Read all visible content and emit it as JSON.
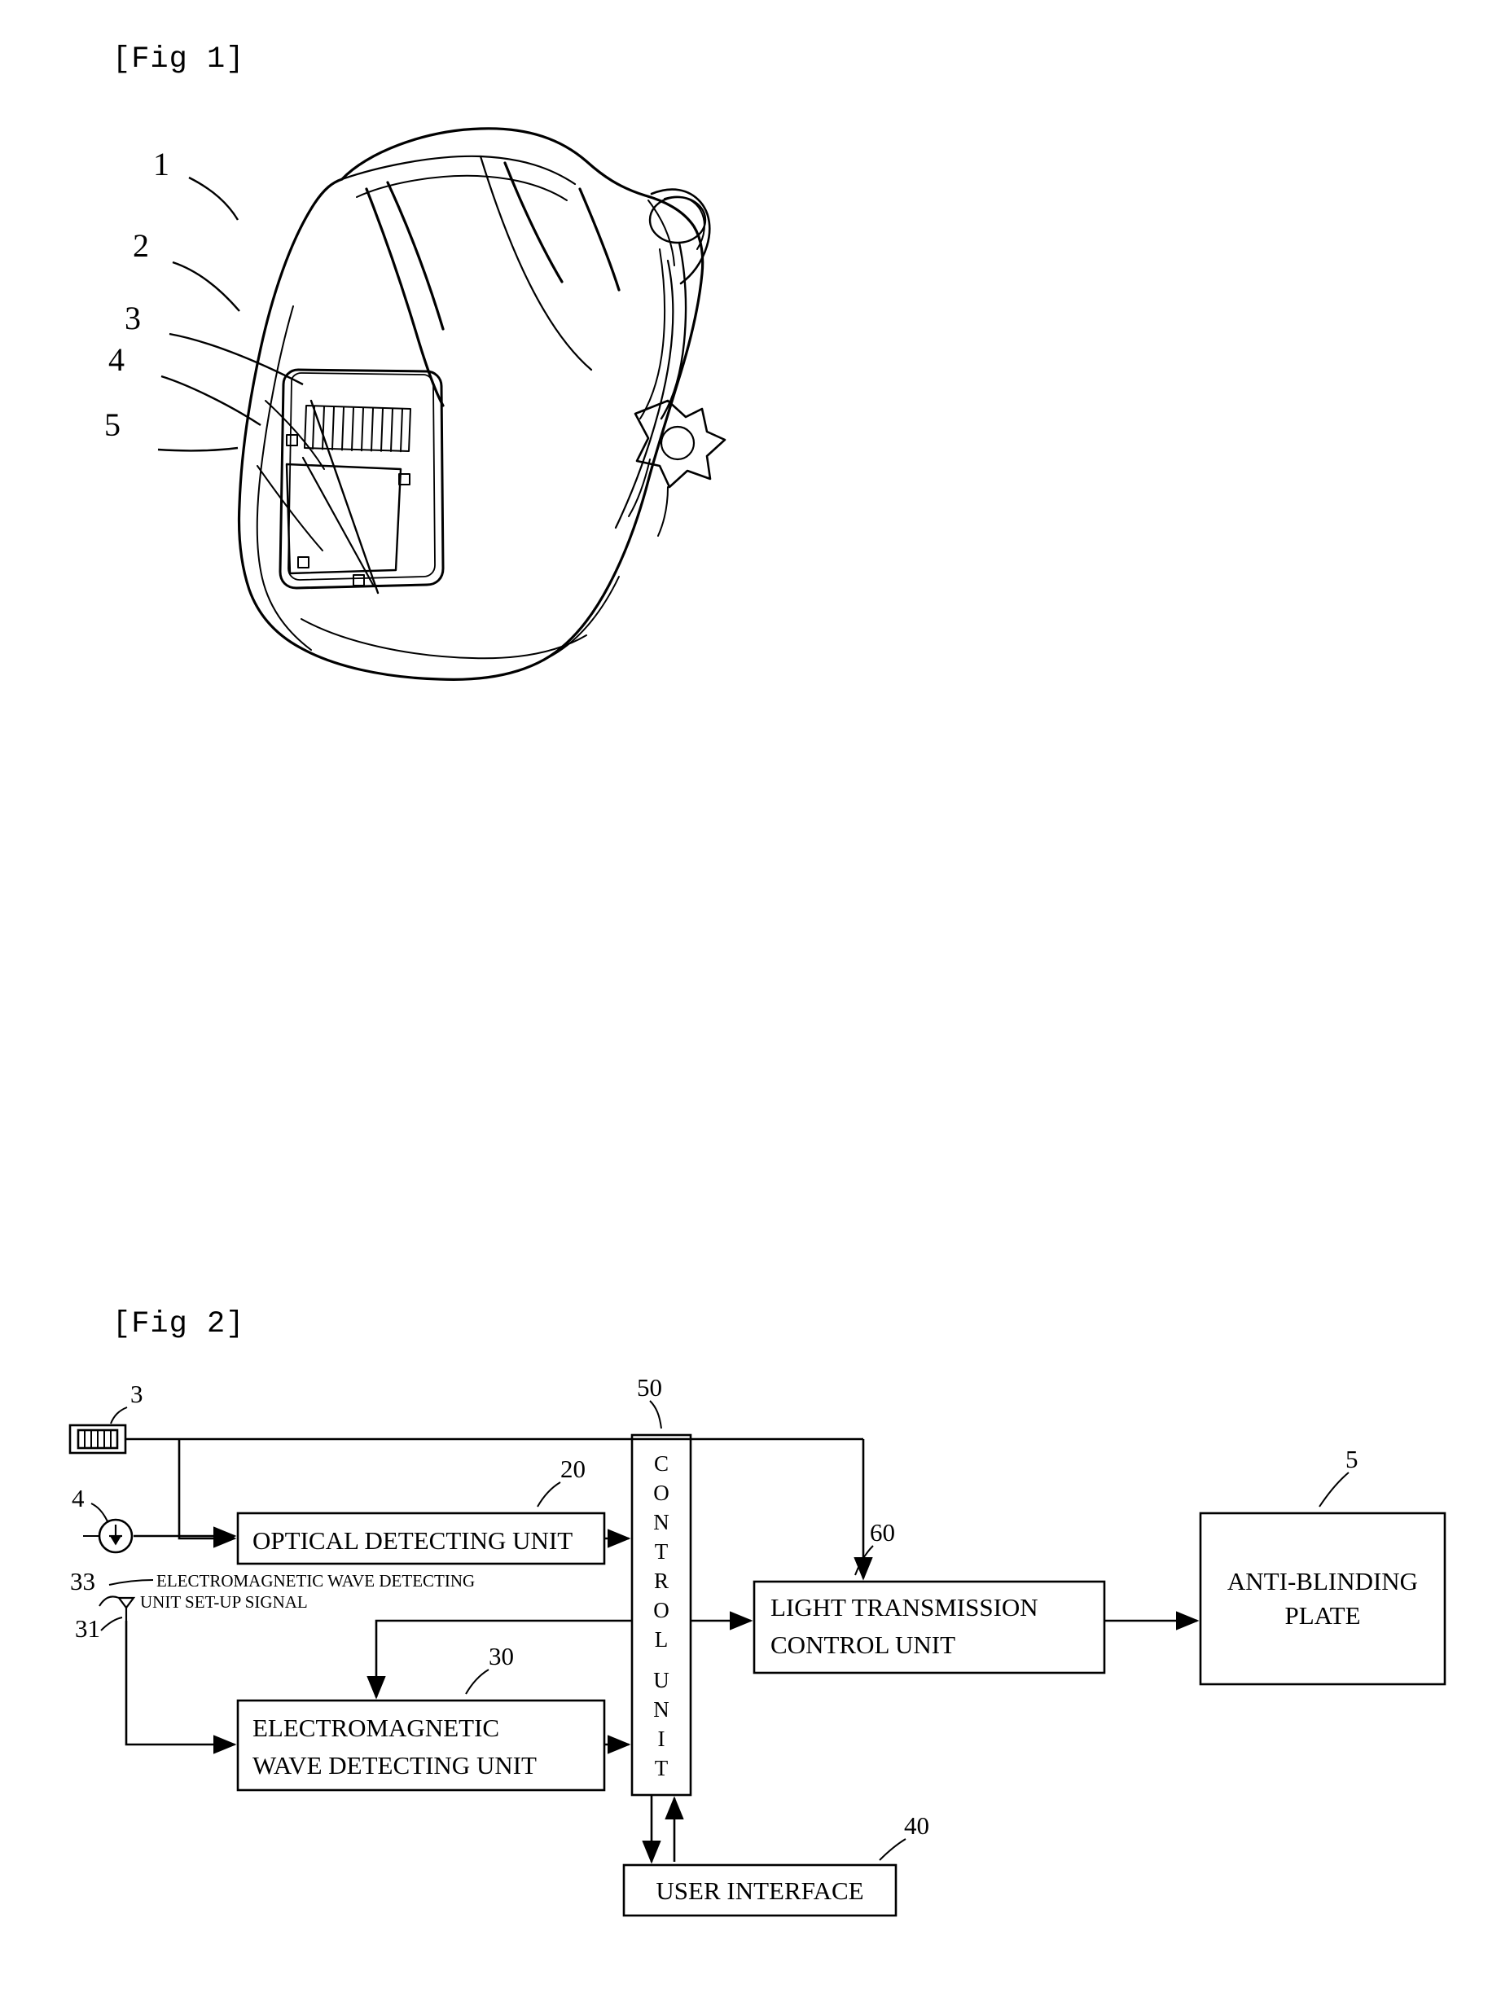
{
  "figures": {
    "fig1": {
      "label": "[Fig 1]",
      "caption_numbers": [
        "1",
        "2",
        "3",
        "4",
        "5"
      ],
      "subject": "welding helmet perspective view"
    },
    "fig2": {
      "label": "[Fig 2]",
      "blocks": [
        {
          "id": "optical",
          "label": "OPTICAL DETECTING UNIT",
          "ref": "20"
        },
        {
          "id": "electromagnetic",
          "label_line1": "ELECTROMAGNETIC",
          "label_line2": "WAVE DETECTING UNIT",
          "ref": "30"
        },
        {
          "id": "control",
          "label": "CONTROL UNIT",
          "ref": "50"
        },
        {
          "id": "light_transmission",
          "label_line1": "LIGHT TRANSMISSION",
          "label_line2": "CONTROL UNIT",
          "ref": "60"
        },
        {
          "id": "anti_blinding",
          "label_line1": "ANTI-BLINDING",
          "label_line2": "PLATE",
          "ref": "5"
        },
        {
          "id": "user_interface",
          "label": "USER INTERFACE",
          "ref": "40"
        }
      ],
      "annotations": [
        {
          "id": "setup-signal",
          "line1": "ELECTROMAGNETIC WAVE DETECTING",
          "line2": "UNIT SET-UP SIGNAL"
        }
      ],
      "ref_numbers": [
        "3",
        "4",
        "33",
        "31",
        "20",
        "30",
        "50",
        "60",
        "40",
        "5"
      ]
    }
  }
}
